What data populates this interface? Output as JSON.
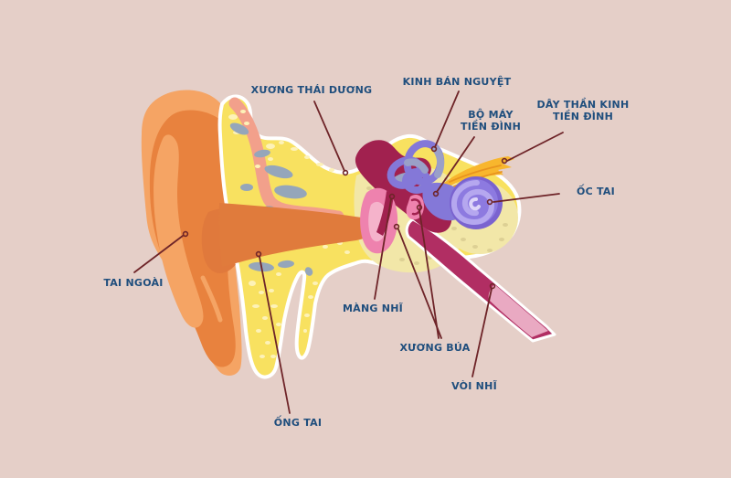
{
  "figure": {
    "kind": "ear-anatomy-diagram",
    "language": "vi"
  },
  "colors": {
    "background": "#e5cfc8",
    "label_text": "#1f4e7d",
    "leader_line": "#6e2428",
    "outer_ear": "#f5a464",
    "outer_ear_shadow": "#e8823e",
    "ear_canal": "#e07b3c",
    "bone": "#f8e160",
    "bone_pale": "#f2e7a8",
    "bone_speckle": "#fdf2b8",
    "bone_gray_blob": "#95a6ba",
    "cartilage_stripe": "#f2a08b",
    "eardrum": "#ee82ae",
    "eardrum_highlight": "#f5b3cb",
    "malleus": "#a1214f",
    "eustachian_tube": "#b12e63",
    "eustachian_tube_inner": "#e9a9c2",
    "semicircular_canal": "#8478d8",
    "canal_gray": "#9aa0c8",
    "cochlea_body": "#8d7ae0",
    "cochlea_ring": "#7a63cf",
    "cochlea_spiral": "#b5a7ef",
    "nerve": "#f8b62d"
  },
  "labels": [
    {
      "id": "xuong-thai-duong",
      "line1": "XƯƠNG THÁI DƯƠNG",
      "line2": ""
    },
    {
      "id": "kinh-ban-nguyet",
      "line1": "KINH BÁN NGUYỆT",
      "line2": ""
    },
    {
      "id": "bo-may-tien-dinh",
      "line1": "BỘ MÁY",
      "line2": "TIỀN ĐÌNH"
    },
    {
      "id": "day-than-kinh-tien-dinh",
      "line1": "DÂY THẦN KINH",
      "line2": "TIỀN ĐÌNH"
    },
    {
      "id": "oc-tai",
      "line1": "ỐC TAI",
      "line2": ""
    },
    {
      "id": "tai-ngoai",
      "line1": "TAI NGOÀI",
      "line2": ""
    },
    {
      "id": "mang-nhi",
      "line1": "MÀNG NHĨ",
      "line2": ""
    },
    {
      "id": "xuong-bua",
      "line1": "XƯƠNG BÚA",
      "line2": ""
    },
    {
      "id": "voi-nhi",
      "line1": "VÒI NHĨ",
      "line2": ""
    },
    {
      "id": "ong-tai",
      "line1": "ỐNG TAI",
      "line2": ""
    }
  ]
}
